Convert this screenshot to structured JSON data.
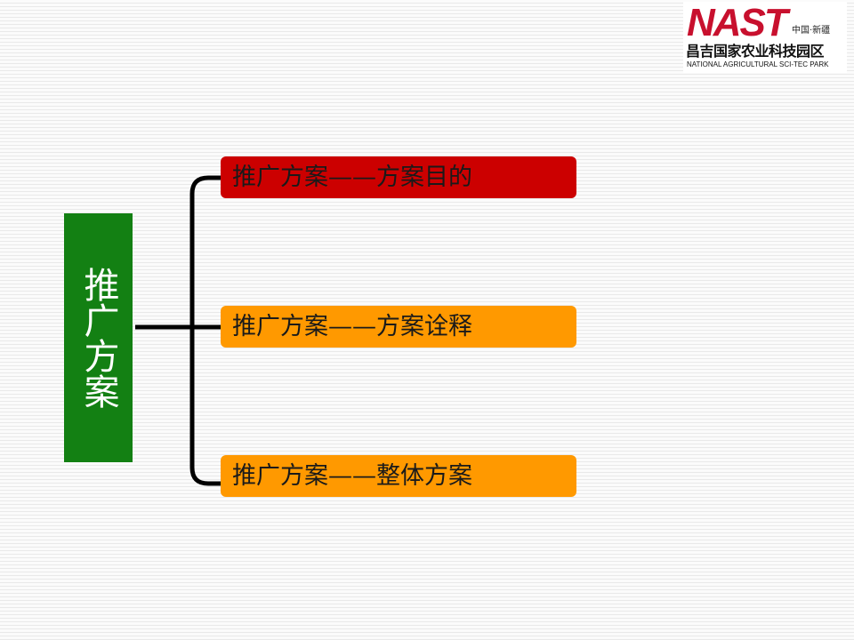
{
  "logo": {
    "mark": "NAST",
    "region": "中国·新疆",
    "name_cn": "昌吉国家农业科技园区",
    "name_en": "NATIONAL AGRICULTURAL SCI-TEC PARK"
  },
  "diagram": {
    "root": "推广方案",
    "branches": [
      {
        "label": "推广方案——方案目的",
        "color": "#cc0000"
      },
      {
        "label": "推广方案——方案诠释",
        "color": "#ff9900"
      },
      {
        "label": "推广方案——整体方案",
        "color": "#ff9900"
      }
    ],
    "root_color": "#138013"
  }
}
